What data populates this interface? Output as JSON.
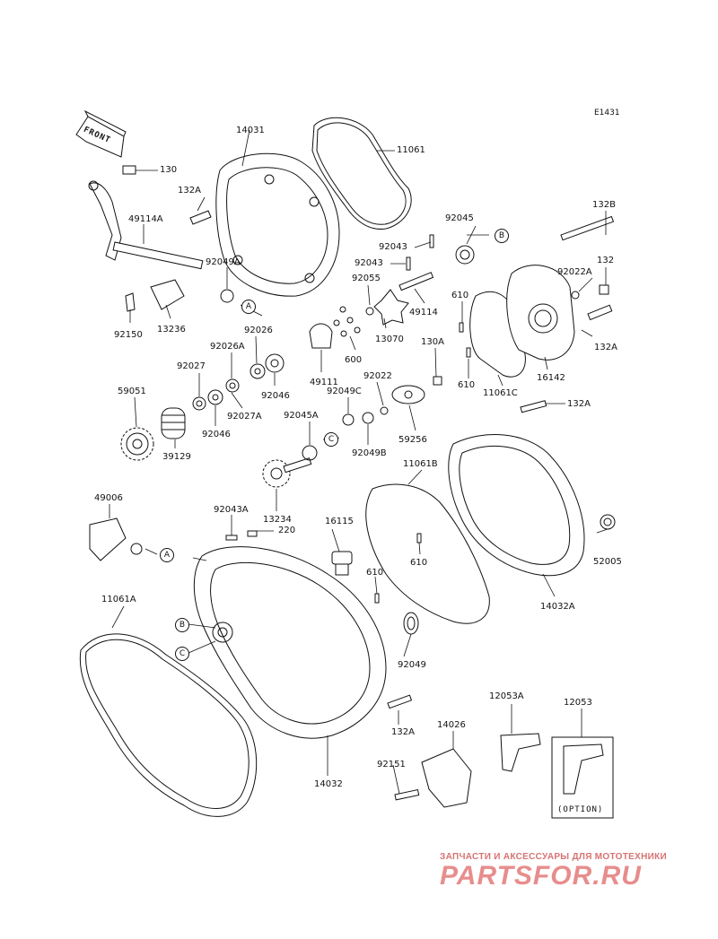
{
  "diagram": {
    "ref_code": "E1431",
    "front_label": "FRONT",
    "option_label": "(OPTION)",
    "callouts": [
      "A",
      "B",
      "C"
    ],
    "watermark_subtitle": "ЗАПЧАСТИ И АКСЕССУАРЫ ДЛЯ МОТОТЕХНИКИ",
    "watermark_brand": "PARTSFOR.RU",
    "part_labels": [
      "130",
      "14031",
      "11061",
      "132A",
      "49114A",
      "92049A",
      "132B",
      "92045",
      "92043",
      "92043",
      "132",
      "92022A",
      "92055",
      "610",
      "49114",
      "13236",
      "92150",
      "13070",
      "132A",
      "92026A",
      "92026",
      "600",
      "130A",
      "49111",
      "92027",
      "92046",
      "92022",
      "610",
      "11061C",
      "16142",
      "59051",
      "92049C",
      "92027A",
      "92046",
      "92045A",
      "59256",
      "132A",
      "39129",
      "92049B",
      "11061B",
      "49006",
      "92043A",
      "13234",
      "16115",
      "220",
      "11061A",
      "610",
      "610",
      "52005",
      "14032A",
      "92049",
      "132A",
      "14032",
      "12053A",
      "12053",
      "14026",
      "92151"
    ]
  }
}
